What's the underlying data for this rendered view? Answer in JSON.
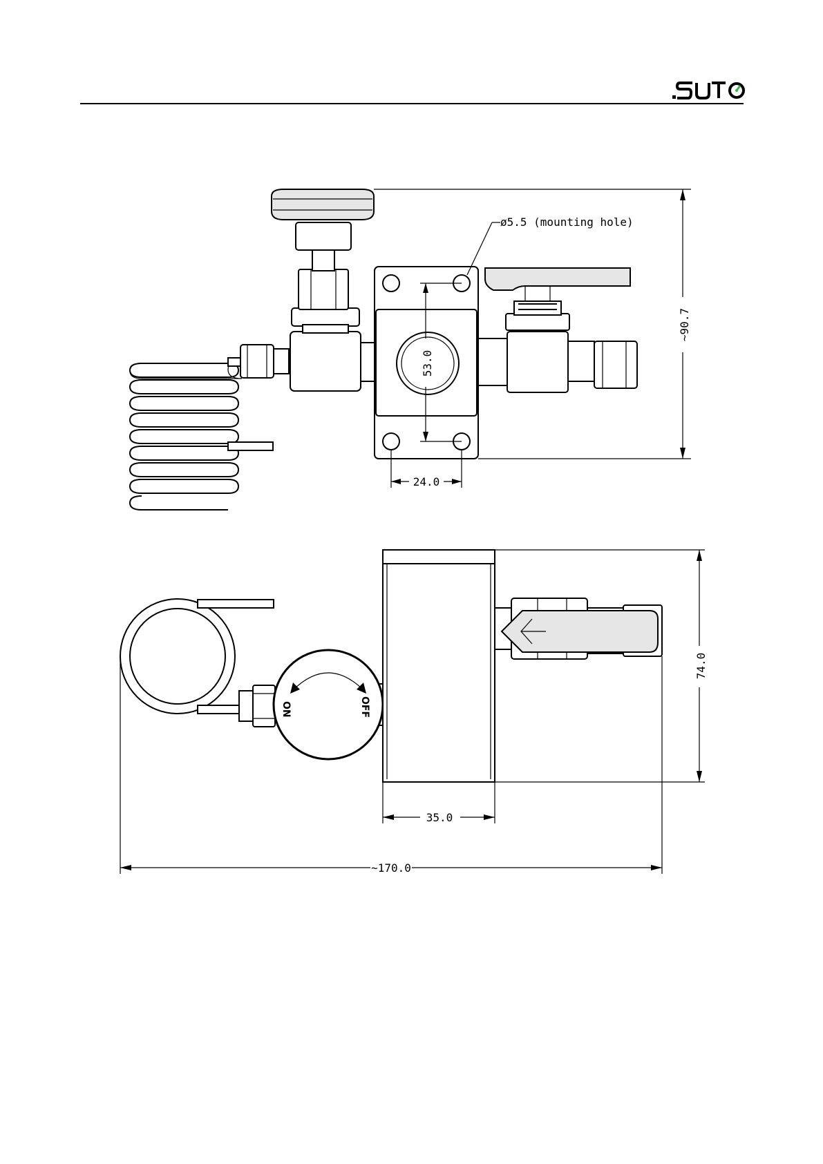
{
  "header": {
    "logo_text": ".SUTO"
  },
  "diagram": {
    "top_view": {
      "callout_mounting_hole": "ø5.5 (mounting hole)",
      "dim_height": "~90.7",
      "dim_hole_vertical": "53.0",
      "dim_hole_horizontal": "24.0"
    },
    "side_view": {
      "dim_height": "74.0",
      "dim_width_block": "35.0",
      "dim_overall_length": "~170.0",
      "knob_label_on": "ON",
      "knob_label_off": "OFF"
    }
  }
}
